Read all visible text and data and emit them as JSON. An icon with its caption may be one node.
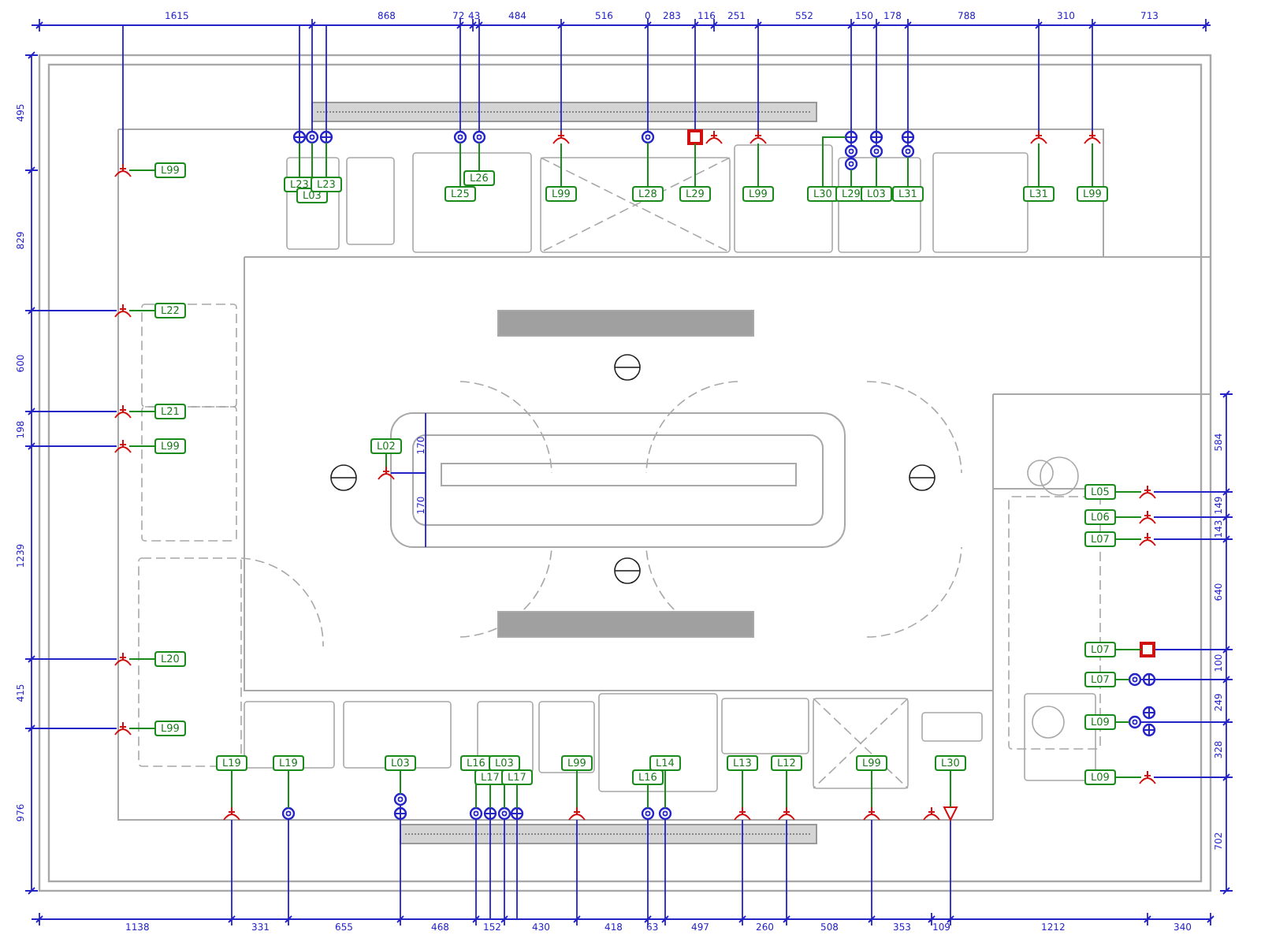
{
  "diagram": {
    "nodes": [
      {
        "text": [
          "L23"
        ]
      },
      {
        "text": [],
        "shape": "crosscircle"
      },
      {
        "text": [
          "L03"
        ]
      },
      {
        "text": [],
        "shape": "circle"
      },
      {
        "text": [
          "L23"
        ]
      },
      {
        "text": [],
        "shape": "crosscircle"
      },
      {
        "text": [
          "L25"
        ]
      },
      {
        "text": [],
        "shape": "circle"
      },
      {
        "text": [
          "L26"
        ]
      },
      {
        "text": [],
        "shape": "circle"
      },
      {
        "text": [
          "L99"
        ]
      },
      {
        "text": [],
        "shape": "fork"
      },
      {
        "text": [
          "L28"
        ]
      },
      {
        "text": [],
        "shape": "circle"
      },
      {
        "text": [
          "L29"
        ]
      },
      {
        "text": [],
        "shape": "box"
      },
      {
        "text": [
          "L99"
        ]
      },
      {
        "text": [],
        "shape": "fork"
      },
      {
        "text": [
          "L30"
        ]
      },
      {
        "text": [],
        "shape": "crosscircle"
      },
      {
        "text": [
          "L29"
        ]
      },
      {
        "text": [],
        "shape": "circle"
      },
      {
        "text": [
          "L03"
        ]
      },
      {
        "text": [],
        "shape": "circle"
      },
      {
        "text": [
          "L31"
        ]
      },
      {
        "text": [],
        "shape": "circle"
      },
      {
        "text": [
          "L31"
        ]
      },
      {
        "text": [],
        "shape": "fork"
      },
      {
        "text": [
          "L99"
        ]
      },
      {
        "text": [],
        "shape": "fork"
      },
      {
        "text": [
          "L99"
        ]
      },
      {
        "text": [],
        "shape": "fork"
      },
      {
        "text": [
          "L22"
        ]
      },
      {
        "text": [],
        "shape": "fork"
      },
      {
        "text": [
          "L21"
        ]
      },
      {
        "text": [],
        "shape": "fork"
      },
      {
        "text": [
          "L99"
        ]
      },
      {
        "text": [],
        "shape": "fork"
      },
      {
        "text": [
          "L20"
        ]
      },
      {
        "text": [],
        "shape": "fork"
      },
      {
        "text": [
          "L99"
        ]
      },
      {
        "text": [],
        "shape": "fork"
      },
      {
        "text": [
          "L02"
        ]
      },
      {
        "text": [],
        "shape": "fork"
      },
      {
        "text": [
          "L05"
        ]
      },
      {
        "text": [],
        "shape": "fork"
      },
      {
        "text": [
          "L06"
        ]
      },
      {
        "text": [],
        "shape": "fork"
      },
      {
        "text": [
          "L07"
        ]
      },
      {
        "text": [],
        "shape": "fork"
      },
      {
        "text": [
          "L07"
        ]
      },
      {
        "text": [],
        "shape": "box"
      },
      {
        "text": [
          "L07"
        ]
      },
      {
        "text": [],
        "shape": "circle"
      },
      {
        "text": [
          "L09"
        ]
      },
      {
        "text": [],
        "shape": "circle"
      },
      {
        "text": [
          "L09"
        ]
      },
      {
        "text": [],
        "shape": "fork"
      },
      {
        "text": [
          "L19"
        ]
      },
      {
        "text": [],
        "shape": "fork"
      },
      {
        "text": [
          "L19"
        ]
      },
      {
        "text": [],
        "shape": "circle"
      },
      {
        "text": [
          "L03"
        ]
      },
      {
        "text": [],
        "shape": "circle"
      },
      {
        "text": [
          "L16"
        ]
      },
      {
        "text": [],
        "shape": "circle"
      },
      {
        "text": [
          "L17"
        ]
      },
      {
        "text": [],
        "shape": "crosscircle"
      },
      {
        "text": [
          "L03"
        ]
      },
      {
        "text": [],
        "shape": "circle"
      },
      {
        "text": [
          "L17"
        ]
      },
      {
        "text": [],
        "shape": "crosscircle"
      },
      {
        "text": [
          "L99"
        ]
      },
      {
        "text": [],
        "shape": "fork"
      },
      {
        "text": [
          "L16"
        ]
      },
      {
        "text": [],
        "shape": "circle"
      },
      {
        "text": [
          "L14"
        ]
      },
      {
        "text": [],
        "shape": "circle"
      },
      {
        "text": [
          "L13"
        ]
      },
      {
        "text": [],
        "shape": "fork"
      },
      {
        "text": [
          "L12"
        ]
      },
      {
        "text": [],
        "shape": "fork"
      },
      {
        "text": [
          "L99"
        ]
      },
      {
        "text": [],
        "shape": "fork"
      },
      {
        "text": [
          "L30"
        ]
      },
      {
        "text": [],
        "shape": "triangle"
      }
    ],
    "edges": [
      {
        "from": 0,
        "to": 1,
        "arrow": "none"
      },
      {
        "from": 2,
        "to": 3,
        "arrow": "none"
      },
      {
        "from": 4,
        "to": 5,
        "arrow": "none"
      },
      {
        "from": 6,
        "to": 7,
        "arrow": "none"
      },
      {
        "from": 8,
        "to": 9,
        "arrow": "none"
      },
      {
        "from": 10,
        "to": 11,
        "arrow": "none"
      },
      {
        "from": 12,
        "to": 13,
        "arrow": "none"
      },
      {
        "from": 14,
        "to": 15,
        "arrow": "none"
      },
      {
        "from": 16,
        "to": 17,
        "arrow": "none"
      },
      {
        "from": 18,
        "to": 19,
        "arrow": "none"
      },
      {
        "from": 20,
        "to": 21,
        "arrow": "none"
      },
      {
        "from": 22,
        "to": 23,
        "arrow": "none"
      },
      {
        "from": 24,
        "to": 25,
        "arrow": "none"
      },
      {
        "from": 26,
        "to": 27,
        "arrow": "none"
      },
      {
        "from": 28,
        "to": 29,
        "arrow": "none"
      },
      {
        "from": 30,
        "to": 31,
        "arrow": "none"
      },
      {
        "from": 32,
        "to": 33,
        "arrow": "none"
      },
      {
        "from": 34,
        "to": 35,
        "arrow": "none"
      },
      {
        "from": 36,
        "to": 37,
        "arrow": "none"
      },
      {
        "from": 38,
        "to": 39,
        "arrow": "none"
      },
      {
        "from": 40,
        "to": 41,
        "arrow": "none"
      },
      {
        "from": 42,
        "to": 43,
        "arrow": "none"
      },
      {
        "from": 44,
        "to": 45,
        "arrow": "none"
      },
      {
        "from": 46,
        "to": 47,
        "arrow": "none"
      },
      {
        "from": 48,
        "to": 49,
        "arrow": "none"
      },
      {
        "from": 50,
        "to": 51,
        "arrow": "none"
      },
      {
        "from": 52,
        "to": 53,
        "arrow": "none"
      },
      {
        "from": 54,
        "to": 55,
        "arrow": "none"
      },
      {
        "from": 56,
        "to": 57,
        "arrow": "none"
      },
      {
        "from": 58,
        "to": 59,
        "arrow": "none"
      },
      {
        "from": 60,
        "to": 61,
        "arrow": "none"
      },
      {
        "from": 62,
        "to": 63,
        "arrow": "none"
      },
      {
        "from": 64,
        "to": 65,
        "arrow": "none"
      },
      {
        "from": 66,
        "to": 67,
        "arrow": "none"
      },
      {
        "from": 68,
        "to": 69,
        "arrow": "none"
      },
      {
        "from": 70,
        "to": 71,
        "arrow": "none"
      },
      {
        "from": 72,
        "to": 73,
        "arrow": "none"
      },
      {
        "from": 74,
        "to": 75,
        "arrow": "none"
      },
      {
        "from": 76,
        "to": 77,
        "arrow": "none"
      },
      {
        "from": 78,
        "to": 79,
        "arrow": "none"
      },
      {
        "from": 80,
        "to": 81,
        "arrow": "none"
      },
      {
        "from": 82,
        "to": 83,
        "arrow": "none"
      },
      {
        "from": 84,
        "to": 85,
        "arrow": "none"
      }
    ],
    "labels": [
      "1615",
      "868",
      "72",
      "43",
      "484",
      "516",
      "0",
      "283",
      "116",
      "251",
      "552",
      "150",
      "178",
      "788",
      "310",
      "713",
      "495",
      "829",
      "600",
      "198",
      "1239",
      "415",
      "976",
      "170",
      "170",
      "584",
      "149",
      "143",
      "640",
      "100",
      "249",
      "328",
      "702",
      "1138",
      "331",
      "655",
      "468",
      "152",
      "430",
      "418",
      "63",
      "497",
      "260",
      "508",
      "353",
      "109",
      "1212",
      "340"
    ]
  }
}
